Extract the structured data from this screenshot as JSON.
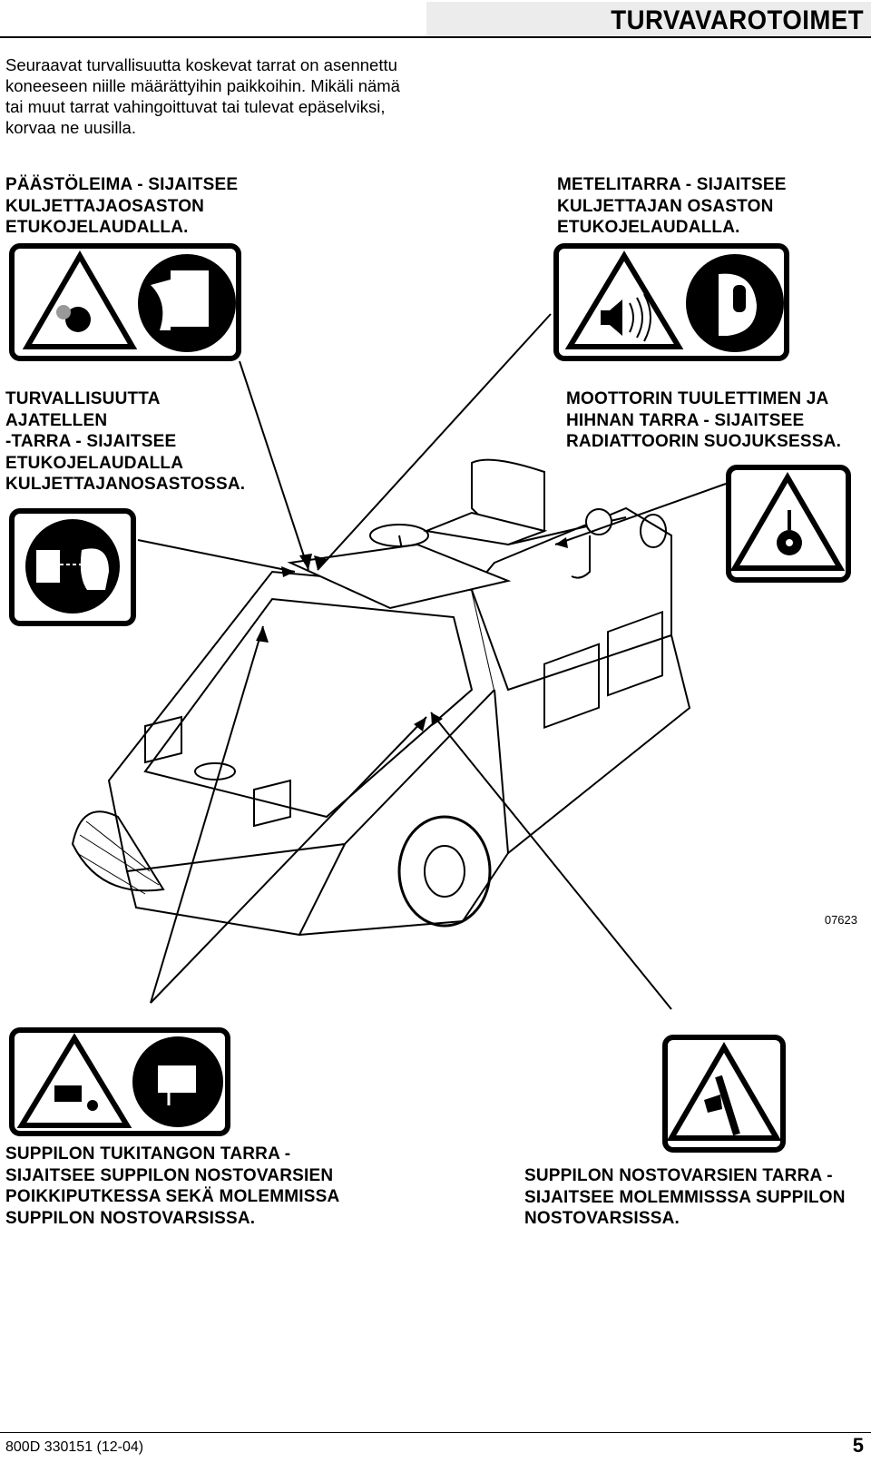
{
  "header": {
    "title": "TURVAVAROTOIMET"
  },
  "intro": "Seuraavat turvallisuutta koskevat tarrat on asennettu koneeseen niille määrättyihin paikkoihin. Mikäli nämä tai muut tarrat vahingoittuvat tai tulevat epäselviksi, korvaa ne uusilla.",
  "captions": {
    "emission": "PÄÄSTÖLEIMA - SIJAITSEE\nKULJETTAJAOSASTON\nETUKOJELAUDALLA.",
    "noise": "METELITARRA - SIJAITSEE\nKULJETTAJAN OSASTON\nETUKOJELAUDALLA.",
    "think_safety": "TURVALLISUUTTA\nAJATELLEN\n-TARRA - SIJAITSEE\nETUKOJELAUDALLA\nKULJETTAJANOSASTOSSA.",
    "fan_belt": "MOOTTORIN TUULETTIMEN JA\nHIHNAN TARRA - SIJAITSEE\nRADIATTOORIN SUOJUKSESSA.",
    "hopper_prop": "SUPPILON TUKITANGON TARRA -\nSIJAITSEE SUPPILON NOSTOVARSIEN\nPOIKKIPUTKESSA SEKÄ MOLEMMISSA\nSUPPILON NOSTOVARSISSA.",
    "hopper_arm": "SUPPILON NOSTOVARSIEN TARRA -\nSIJAITSEE MOLEMMISSSA SUPPILON\nNOSTOVARSISSA."
  },
  "figure_number": "07623",
  "footer": {
    "code": "800D 330151 (12-04)",
    "page": "5"
  },
  "icons": [
    "exhaust-warning-icon",
    "door-ventilation-icon",
    "noise-warning-icon",
    "ear-protection-icon",
    "read-manual-icon",
    "fan-belt-warning-icon",
    "hopper-crush-warning-icon",
    "hopper-prop-icon",
    "lift-arm-crush-icon"
  ]
}
